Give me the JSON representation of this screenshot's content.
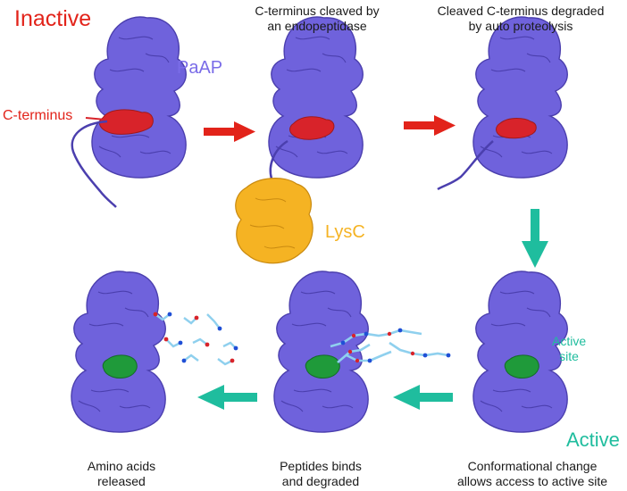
{
  "labels": {
    "inactive": "Inactive",
    "paap": "PaAP",
    "c_terminus": "C-terminus",
    "step2_line1": "C-terminus cleaved by",
    "step2_line2": "an endopeptidase",
    "step3_line1": "Cleaved C-terminus degraded",
    "step3_line2": "by auto proteolysis",
    "lysc": "LysC",
    "active": "Active",
    "active_site_line1": "Active",
    "active_site_line2": "site",
    "step4_line1": "Conformational change",
    "step4_line2": "allows access to active site",
    "step5_line1": "Peptides binds",
    "step5_line2": "and degraded",
    "step6_line1": "Amino acids",
    "step6_line2": "released"
  },
  "colors": {
    "protein": "#6f62dc",
    "protein_dark": "#4b3fae",
    "c_terminus": "#d8232a",
    "active_site": "#1f9a3a",
    "lysc": "#f5b323",
    "red_arrow": "#e2231a",
    "teal_arrow": "#1fbd9e",
    "inactive_text": "#e2231a",
    "paap_text": "#7a6ce8",
    "active_text": "#1fbd9e"
  }
}
